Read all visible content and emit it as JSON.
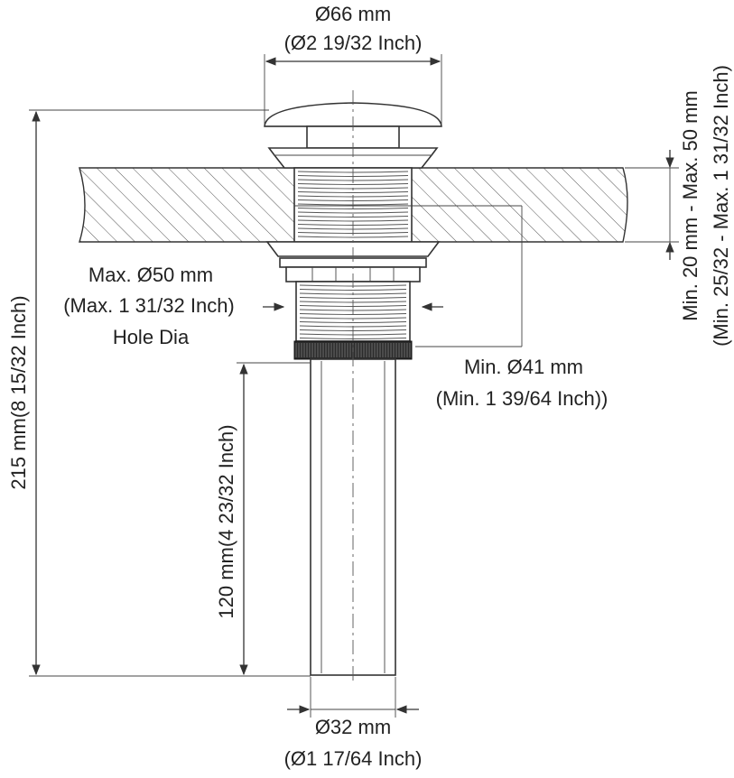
{
  "labels": {
    "top_dia_mm": "Ø66 mm",
    "top_dia_in": "(Ø2 19/32 Inch)",
    "hole_mm": "Max. Ø50 mm",
    "hole_in": "(Max. 1 31/32 Inch)",
    "hole_desc": "Hole Dia",
    "thread_mm": "Min. Ø41  mm",
    "thread_in": "(Min. 1 39/64 Inch))",
    "total_height": "215 mm(8 15/32 Inch)",
    "tail_length": "120 mm(4 23/32 Inch)",
    "counter_mm": "Min. 20 mm - Max. 50 mm",
    "counter_in": "(Min. 25/32 - Max. 1 31/32 Inch)",
    "tail_dia_mm": "Ø32 mm",
    "tail_dia_in": "(Ø1 17/64 Inch)"
  },
  "colors": {
    "line": "#333333",
    "hatch": "#555555",
    "nut": "#2b2b2b",
    "text": "#222222"
  }
}
